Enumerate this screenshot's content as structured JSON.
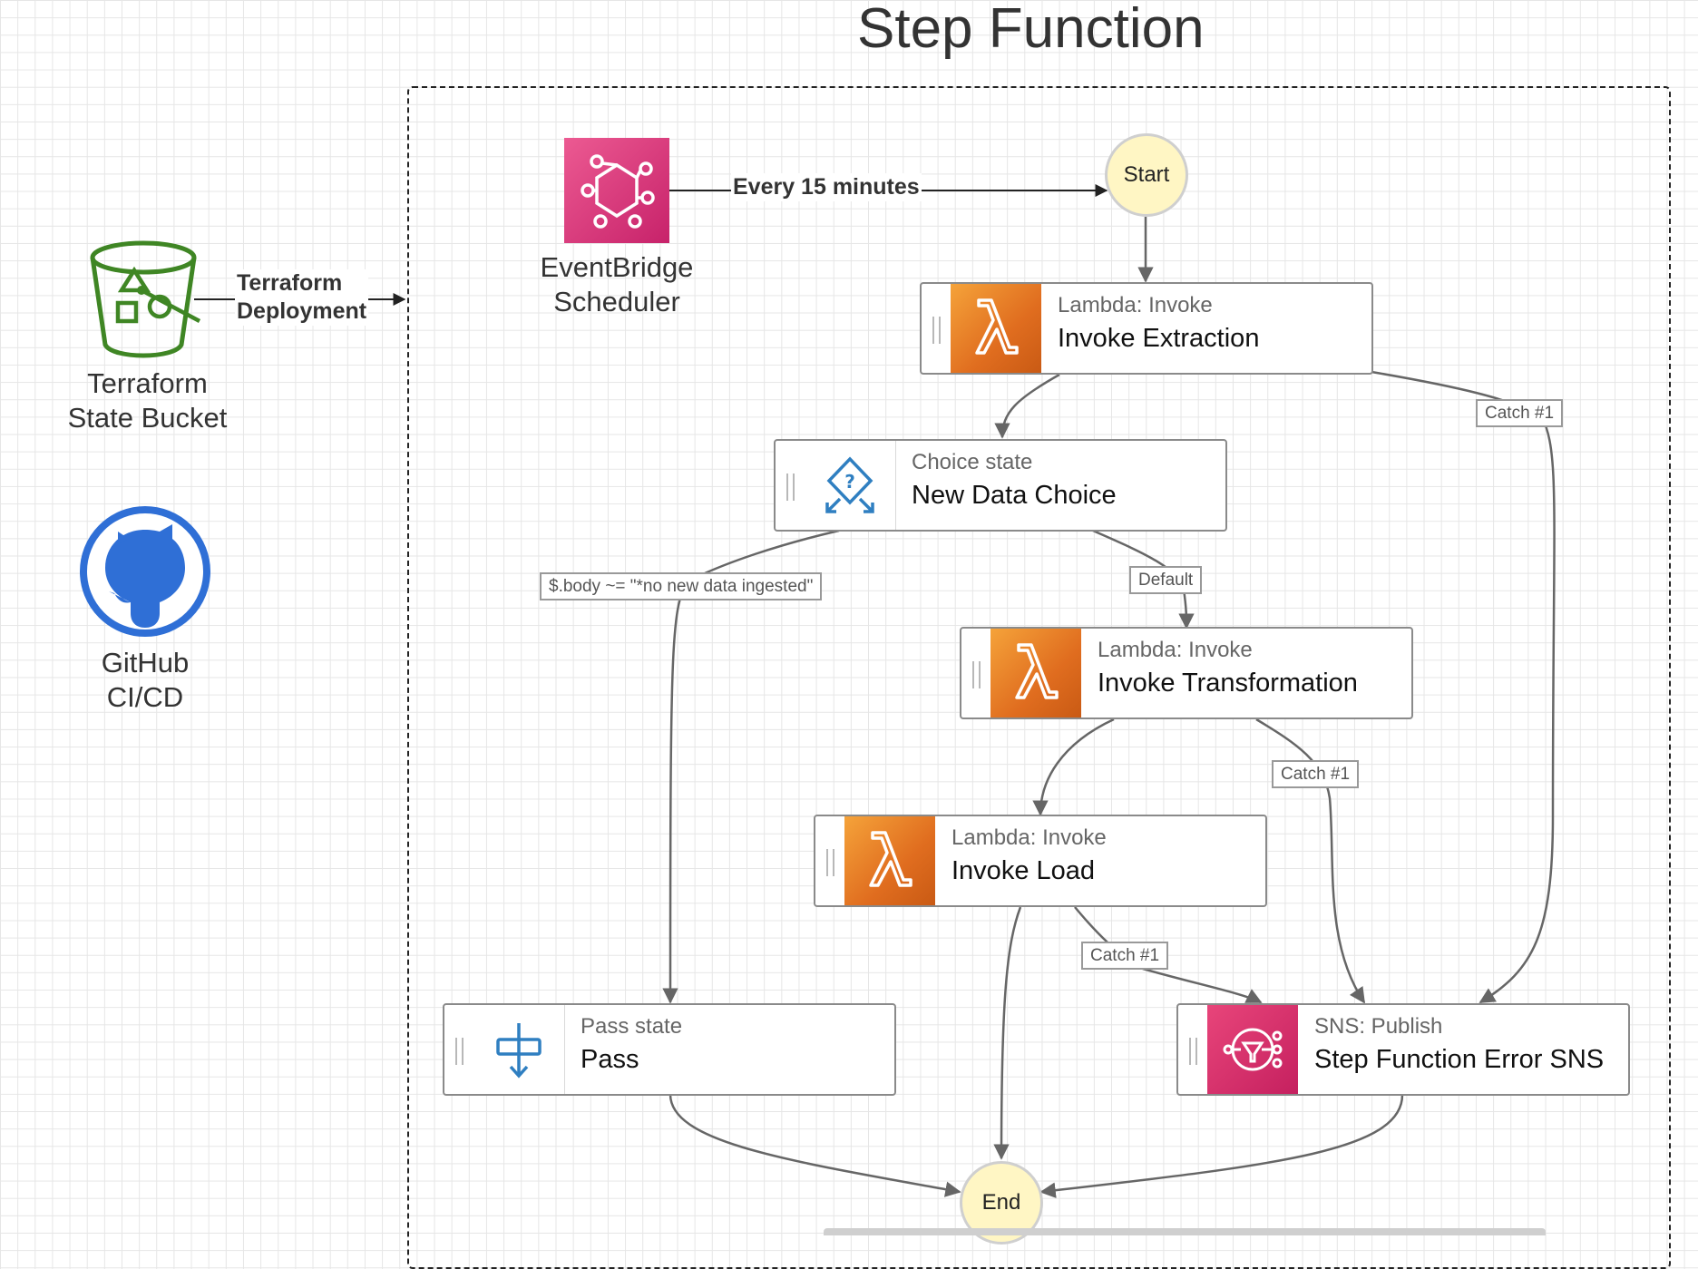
{
  "title": "Step Function",
  "external": {
    "bucket_label": "Terraform\nState Bucket",
    "github_label": "GitHub\nCI/CD",
    "deploy_label": "Terraform\nDeployment"
  },
  "scheduler": {
    "label": "EventBridge\nScheduler",
    "edge_label": "Every 15 minutes"
  },
  "nodes": {
    "start": "Start",
    "end": "End",
    "extraction": {
      "type": "Lambda: Invoke",
      "name": "Invoke Extraction"
    },
    "choice": {
      "type": "Choice state",
      "name": "New Data Choice"
    },
    "transformation": {
      "type": "Lambda: Invoke",
      "name": "Invoke Transformation"
    },
    "load": {
      "type": "Lambda: Invoke",
      "name": "Invoke Load"
    },
    "pass": {
      "type": "Pass state",
      "name": "Pass"
    },
    "sns": {
      "type": "SNS: Publish",
      "name": "Step Function Error SNS"
    }
  },
  "edge_tags": {
    "catch_extraction": "Catch #1",
    "condition": "$.body ~= \"*no new data ingested\"",
    "default": "Default",
    "catch_transformation": "Catch #1",
    "catch_load": "Catch #1"
  },
  "colors": {
    "lambda": "#e8771f",
    "sns": "#d33069",
    "eventbridge": "#d4317a",
    "s3": "#3f8624",
    "github": "#2f6fd6",
    "start_end": "#fff6c4"
  }
}
